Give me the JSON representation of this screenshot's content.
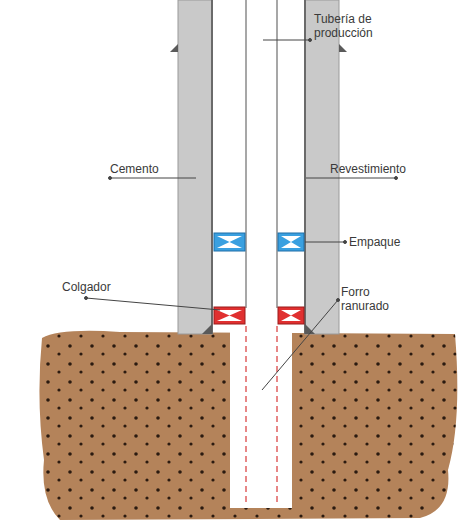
{
  "diagram": {
    "labels": [
      "Tubería de producción",
      "Cemento",
      "Revestimiento",
      "Empaque",
      "Colgador",
      "Forro ranurado"
    ]
  }
}
